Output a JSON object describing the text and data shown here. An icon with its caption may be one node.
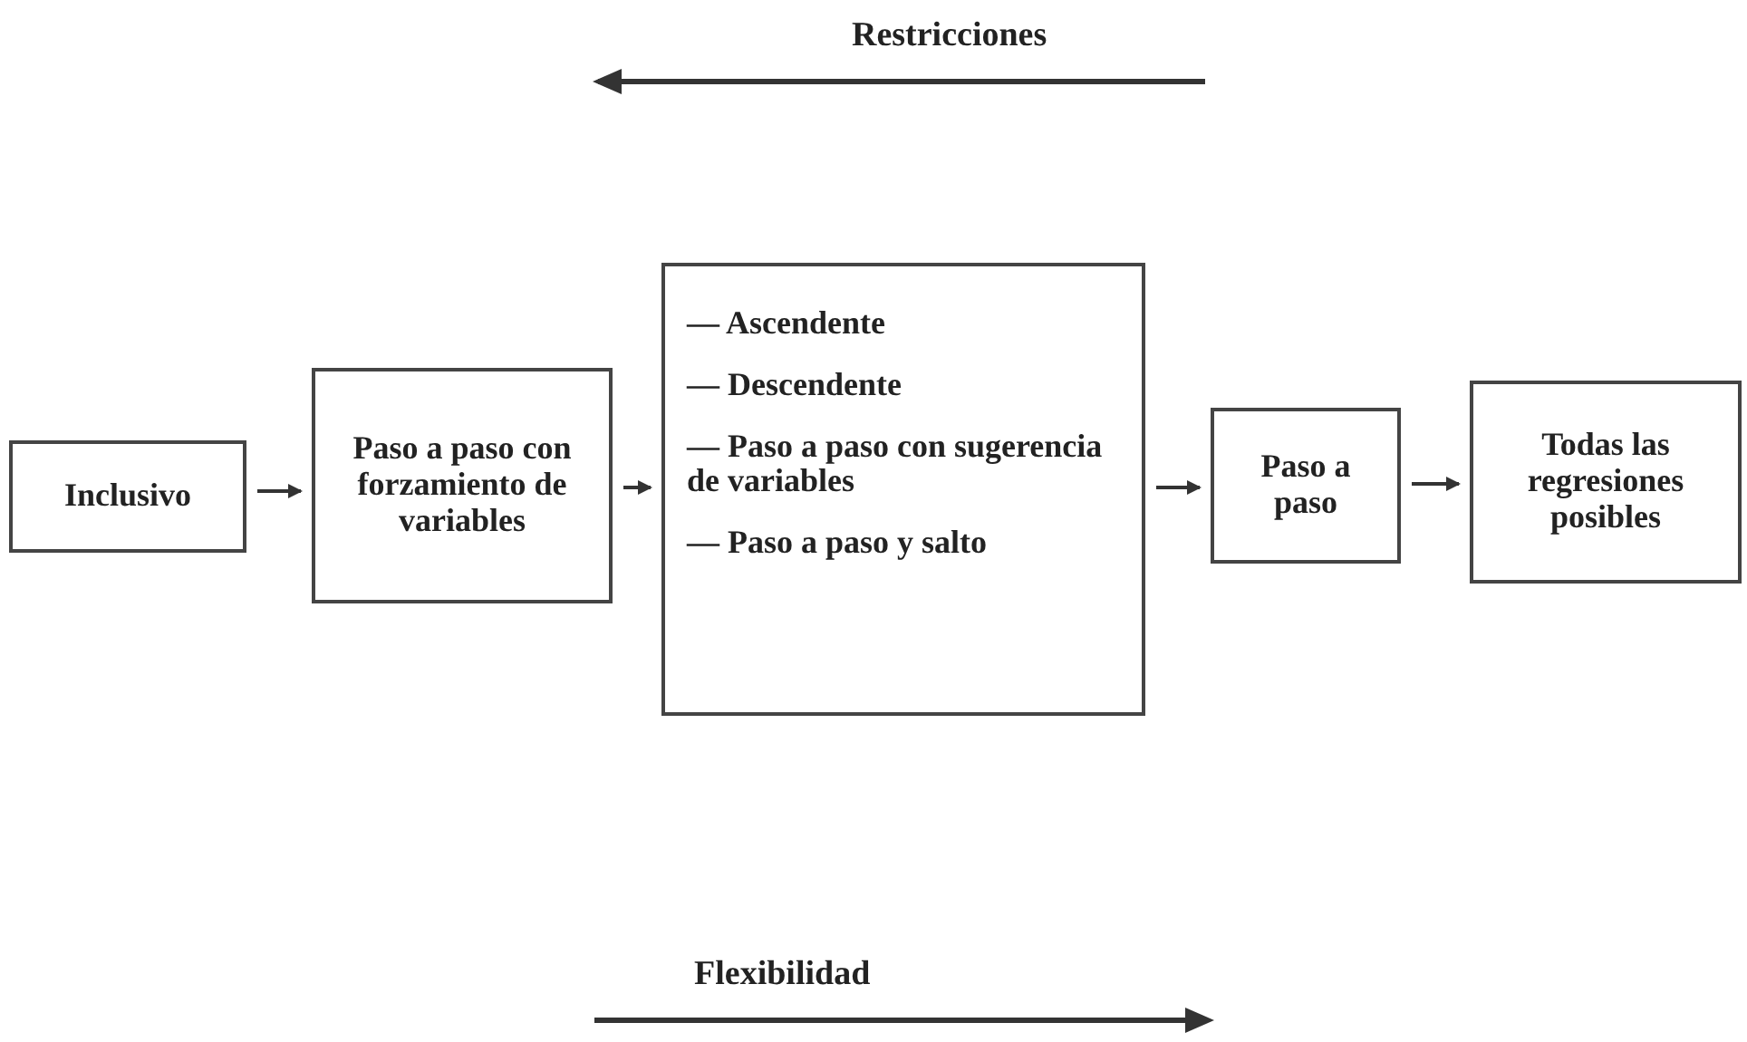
{
  "diagram": {
    "nodes": [
      {
        "text": [
          "Inclusivo"
        ]
      },
      {
        "text": [
          "Paso a paso con forzamiento de variables"
        ]
      },
      {
        "text": [
          "— Ascendente",
          "— Descendente",
          "— Paso a paso con sugerencia de variables",
          "— Paso a paso y salto"
        ]
      },
      {
        "text": [
          "Paso a paso"
        ]
      },
      {
        "text": [
          "Todas las regresiones posibles"
        ]
      }
    ],
    "edges": [
      {
        "from": 0,
        "to": 1,
        "arrow": "to"
      },
      {
        "from": 1,
        "to": 2,
        "arrow": "to"
      },
      {
        "from": 2,
        "to": 3,
        "arrow": "to"
      },
      {
        "from": 3,
        "to": 4,
        "arrow": "to"
      }
    ],
    "labels": [
      "Restricciones",
      "Flexibilidad"
    ]
  }
}
